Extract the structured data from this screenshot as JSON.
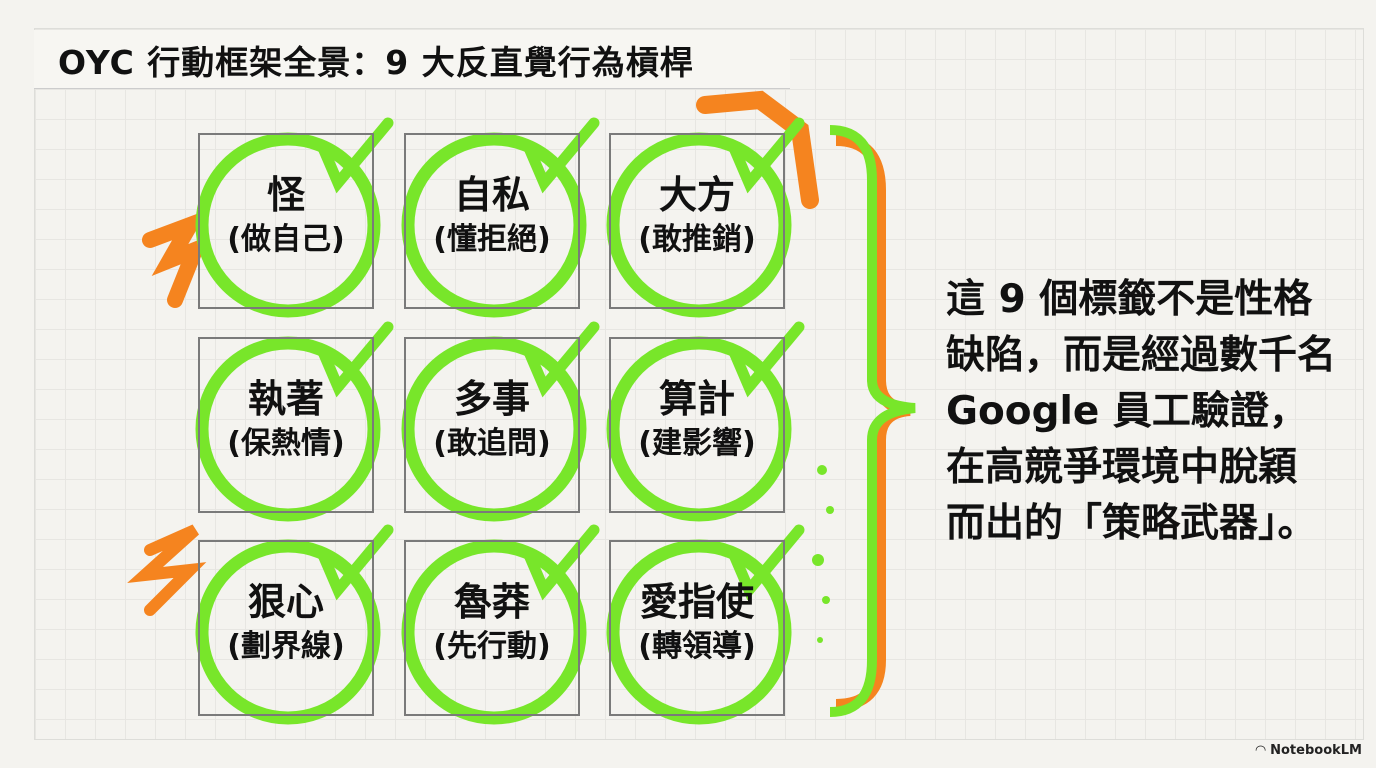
{
  "title": "OYC 行動框架全景：9 大反直覺行為槓桿",
  "cells": [
    {
      "main": "怪",
      "sub": "(做自己)"
    },
    {
      "main": "自私",
      "sub": "(懂拒絕)"
    },
    {
      "main": "大方",
      "sub": "(敢推銷)"
    },
    {
      "main": "執著",
      "sub": "(保熱情)"
    },
    {
      "main": "多事",
      "sub": "(敢追問)"
    },
    {
      "main": "算計",
      "sub": "(建影響)"
    },
    {
      "main": "狠心",
      "sub": "(劃界線)"
    },
    {
      "main": "魯莽",
      "sub": "(先行動)"
    },
    {
      "main": "愛指使",
      "sub": "(轉領導)"
    }
  ],
  "side_text": [
    "這 9 個標籤不是性格",
    "缺陷，而是經過數千名",
    "Google 員工驗證，",
    "在高競爭環境中脫穎",
    "而出的「策略武器」。"
  ],
  "brand": "NotebookLM",
  "colors": {
    "green": "#78e62a",
    "orange": "#f5841f"
  }
}
